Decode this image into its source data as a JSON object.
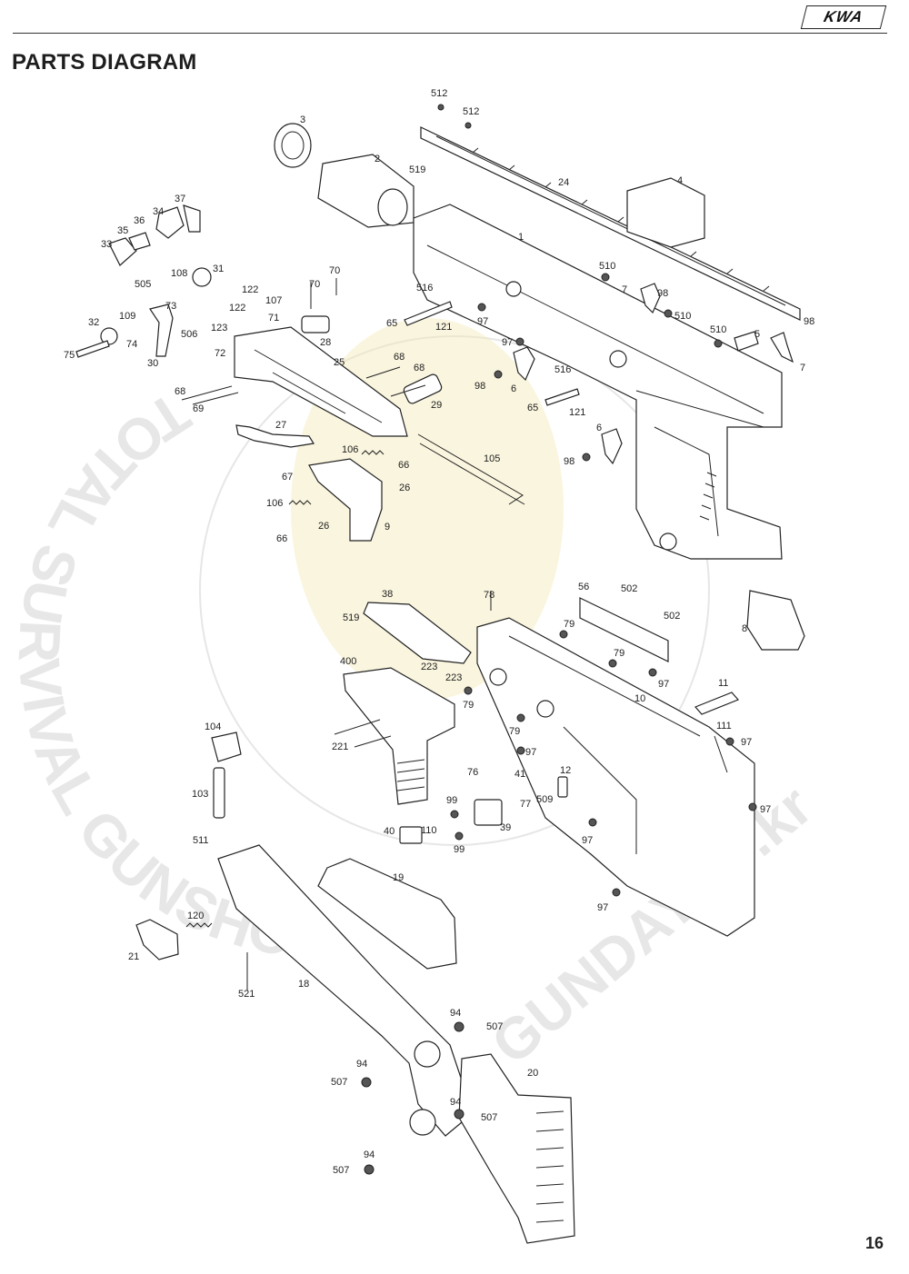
{
  "header": {
    "brand_logo": "KWA"
  },
  "page": {
    "title": "PARTS DIAGRAM",
    "number": "16"
  },
  "watermark": {
    "arc_text": "TOTAL SURVIVAL GUNSHOP",
    "bottom_text": "GUNDAY.co.kr"
  },
  "colors": {
    "ink": "#222222",
    "watermark_grey": "#d4d4d4",
    "watermark_yellow": "#f3e9b5"
  },
  "parts": {
    "p512a": "512",
    "p512b": "512",
    "p3": "3",
    "p2": "2",
    "p519a": "519",
    "p24": "24",
    "p4": "4",
    "p1": "1",
    "p37": "37",
    "p34": "34",
    "p36": "36",
    "p35": "35",
    "p33": "33",
    "p108": "108",
    "p31": "31",
    "p505": "505",
    "p73": "73",
    "p32": "32",
    "p109": "109",
    "p74": "74",
    "p75": "75",
    "p30": "30",
    "p506": "506",
    "p123": "123",
    "p72": "72",
    "p122a": "122",
    "p122b": "122",
    "p107": "107",
    "p71": "71",
    "p70a": "70",
    "p70b": "70",
    "p28": "28",
    "p516a": "516",
    "p65a": "65",
    "p121a": "121",
    "p97a": "97",
    "p510a": "510",
    "p7a": "7",
    "p98a": "98",
    "p510b": "510",
    "p510c": "510",
    "p5": "5",
    "p98b": "98",
    "p7b": "7",
    "p25": "25",
    "p68a": "68",
    "p68b": "68",
    "p68c": "68",
    "p69": "69",
    "p29": "29",
    "p97b": "97",
    "p98c": "98",
    "p6a": "6",
    "p516b": "516",
    "p65b": "65",
    "p121b": "121",
    "p6b": "6",
    "p98d": "98",
    "p27": "27",
    "p106a": "106",
    "p66a": "66",
    "p105": "105",
    "p67": "67",
    "p26a": "26",
    "p106b": "106",
    "p26b": "26",
    "p66b": "66",
    "p9": "9",
    "p38": "38",
    "p78": "78",
    "p519b": "519",
    "p56": "56",
    "p502a": "502",
    "p502b": "502",
    "p8": "8",
    "p79a": "79",
    "p79b": "79",
    "p97c": "97",
    "p400": "400",
    "p223a": "223",
    "p223b": "223",
    "p79c": "79",
    "p10": "10",
    "p11": "11",
    "p104": "104",
    "p79d": "79",
    "p221": "221",
    "p111": "111",
    "p97d": "97",
    "p97e": "97",
    "p76": "76",
    "p41": "41",
    "p12": "12",
    "p77": "77",
    "p509": "509",
    "p103": "103",
    "p99a": "99",
    "p97f": "97",
    "p39": "39",
    "p40": "40",
    "p110": "110",
    "p99b": "99",
    "p97g": "97",
    "p511": "511",
    "p19": "19",
    "p97h": "97",
    "p120": "120",
    "p21": "21",
    "p521": "521",
    "p18": "18",
    "p94a": "94",
    "p507a": "507",
    "p94b": "94",
    "p507b": "507",
    "p20": "20",
    "p94c": "94",
    "p507c": "507",
    "p94d": "94",
    "p507d": "507"
  }
}
